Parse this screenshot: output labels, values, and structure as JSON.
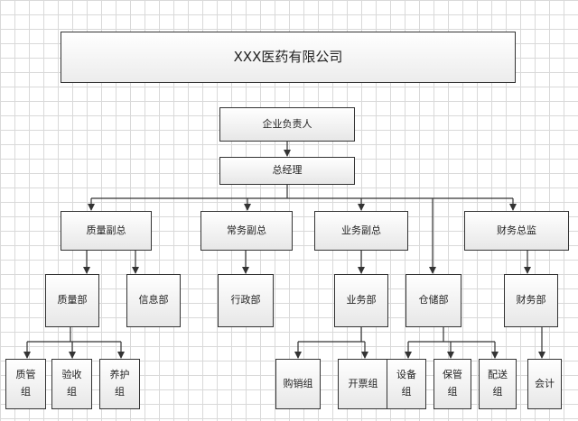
{
  "diagram": {
    "title": "XXX医药有限公司",
    "nodes": {
      "ceo": "企业负责人",
      "gm": "总经理",
      "quality_vp": "质量副总",
      "admin_vp": "常务副总",
      "business_vp": "业务副总",
      "finance_director": "财务总监",
      "quality_dept": "质量部",
      "info_dept": "信息部",
      "admin_dept": "行政部",
      "business_dept": "业务部",
      "warehouse_dept": "仓储部",
      "finance_dept": "财务部",
      "quality_mgmt_group": "质管组",
      "acceptance_group": "验收组",
      "maintenance_group": "养护组",
      "purchase_sales_group": "购销组",
      "invoice_group": "开票组",
      "equipment_group": "设备组",
      "storage_group": "保管组",
      "delivery_group": "配送组",
      "accounting": "会计"
    },
    "colors": {
      "line": "#333333",
      "grid": "#d9d9d9",
      "box_border": "#333333"
    }
  }
}
